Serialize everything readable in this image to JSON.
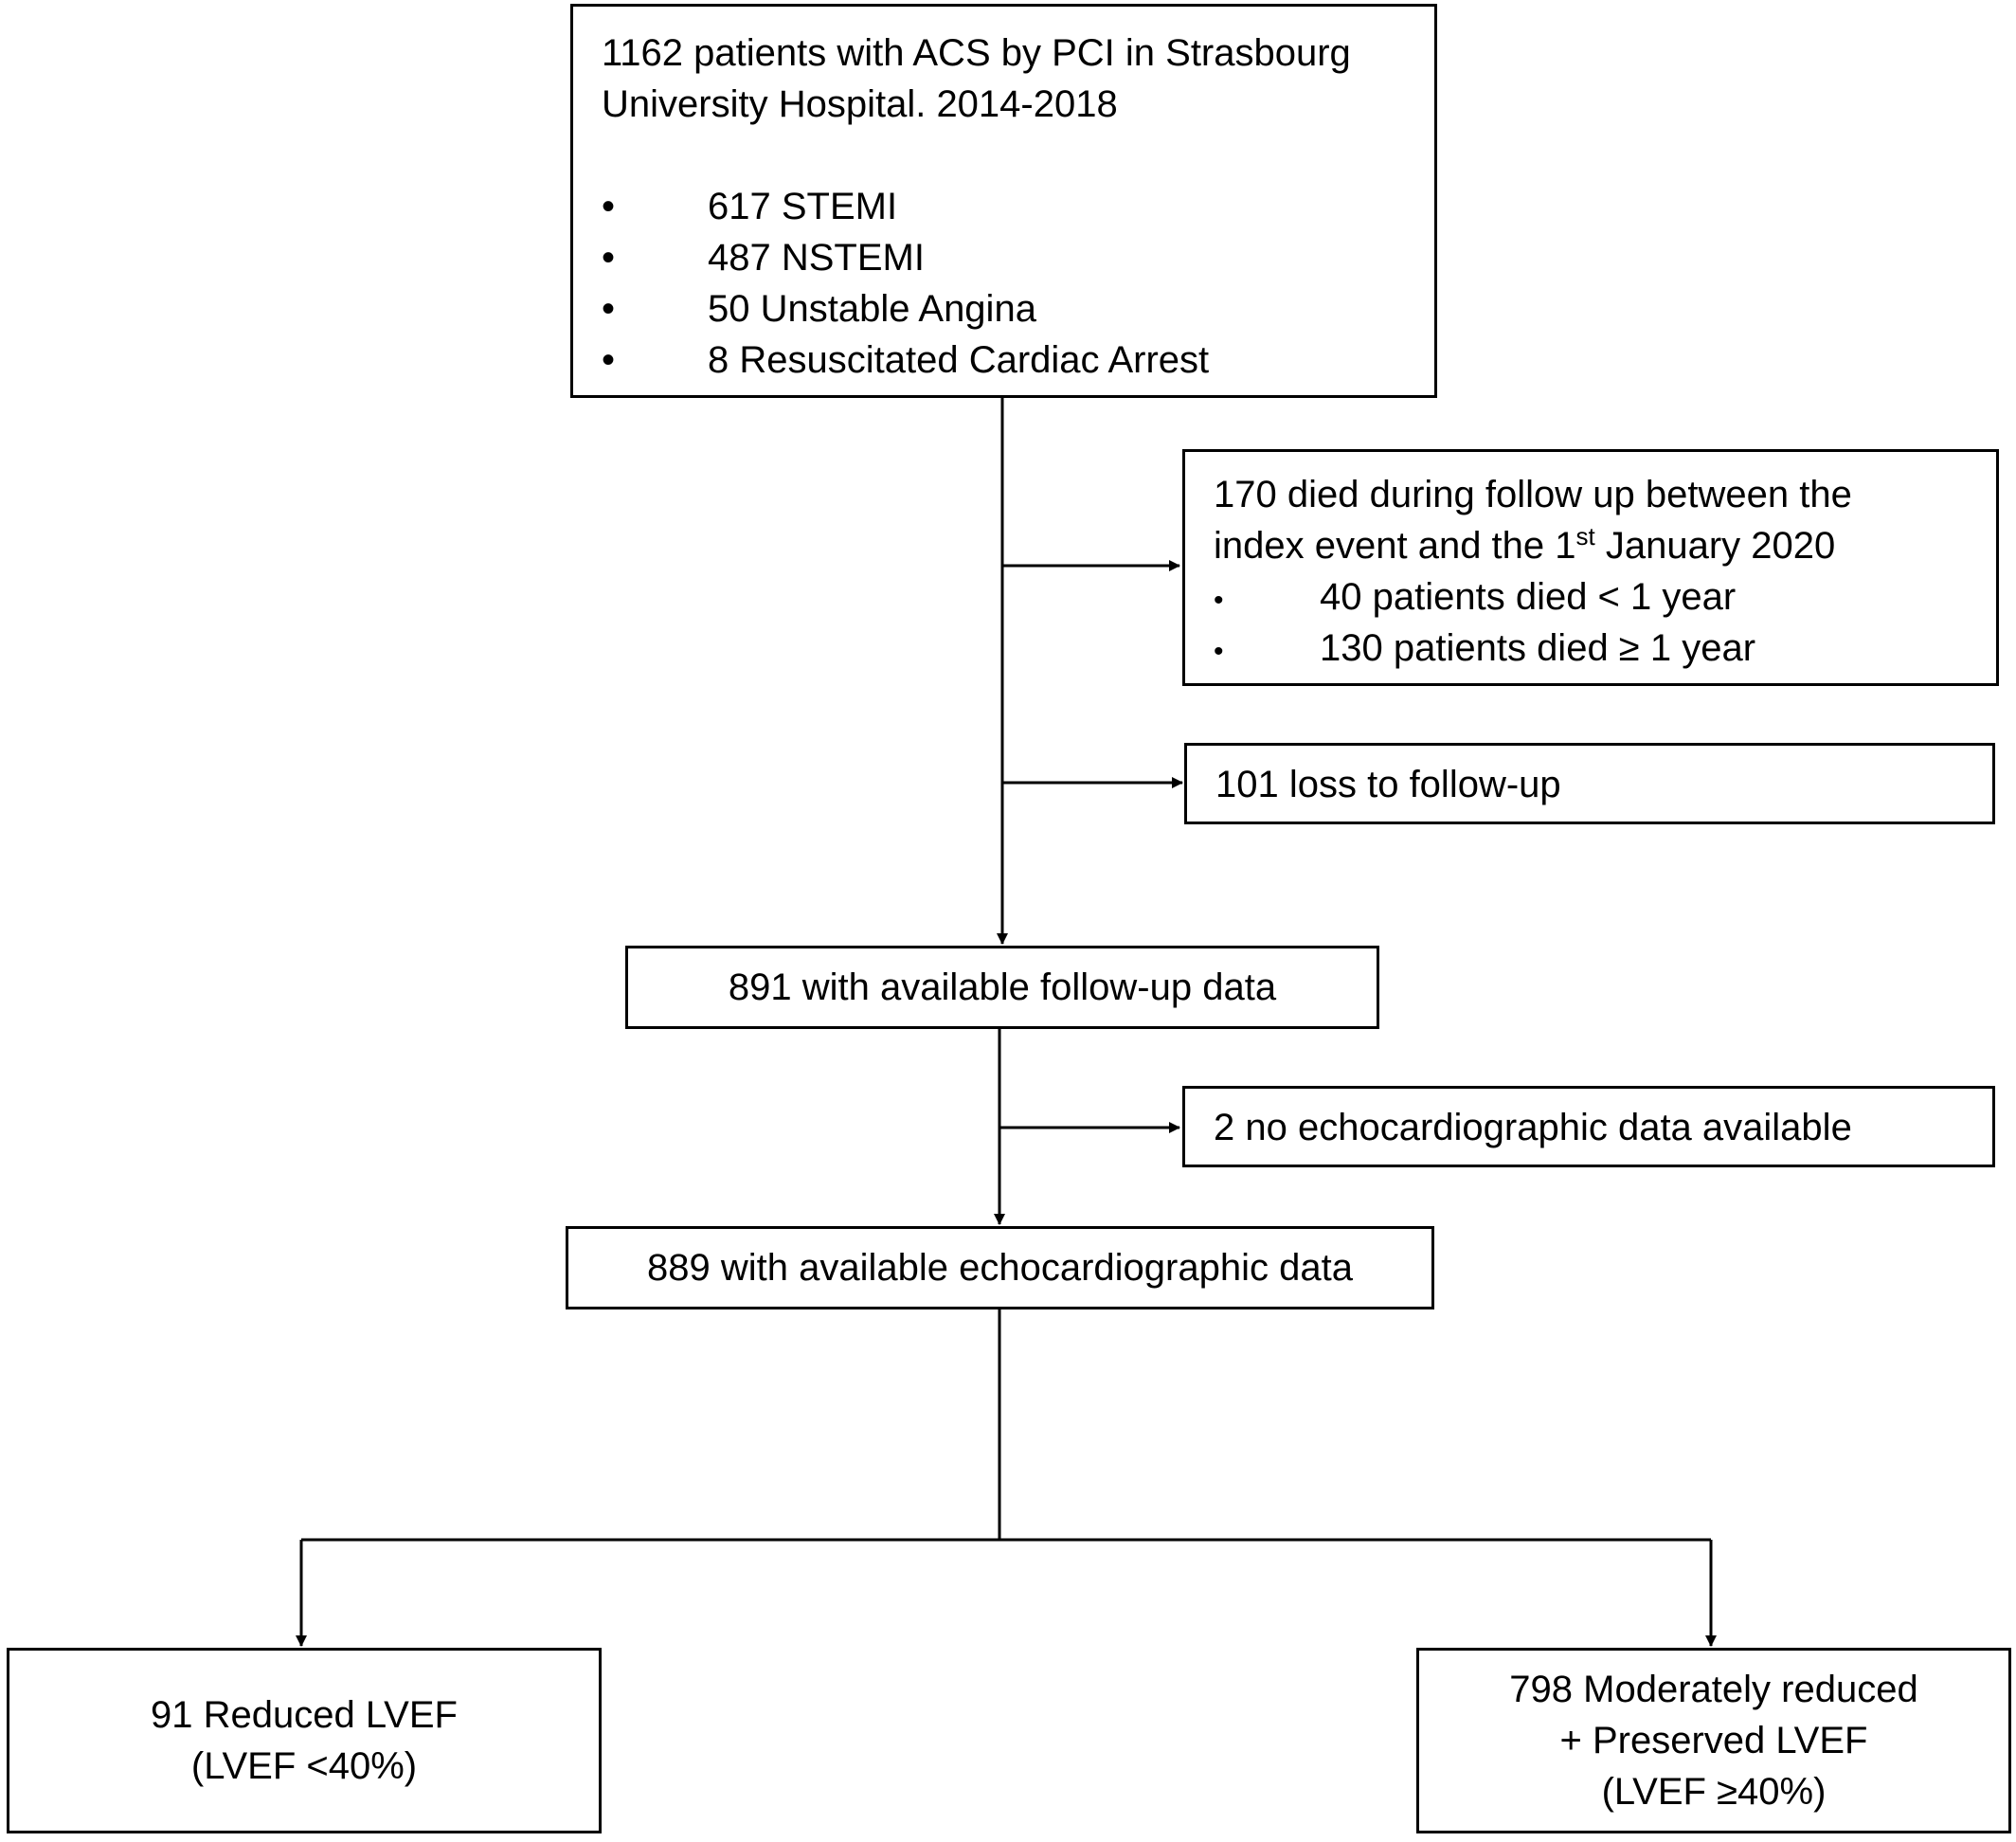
{
  "enrollment": {
    "line1": "1162 patients with ACS by PCI in Strasbourg",
    "line2": "University Hospital. 2014-2018",
    "items": [
      "617 STEMI",
      "487 NSTEMI",
      "50 Unstable Angina",
      "8 Resuscitated Cardiac Arrest"
    ],
    "bullet": "•"
  },
  "died": {
    "line1": "170 died during follow up between the",
    "line2_pre": "index event and the 1",
    "line2_sup": "st",
    "line2_post": " January 2020",
    "items": [
      "40 patients died < 1 year",
      "130 patients died ≥ 1 year"
    ],
    "bullet": "•"
  },
  "lost": {
    "text": "101 loss to follow-up"
  },
  "followup": {
    "text": "891 with available follow-up data"
  },
  "no_echo": {
    "text": "2 no echocardiographic data available"
  },
  "echo": {
    "text": "889 with available echocardiographic data"
  },
  "reduced": {
    "line1": "91 Reduced LVEF",
    "line2": "(LVEF <40%)"
  },
  "preserved": {
    "line1": "798 Moderately reduced",
    "line2": "+ Preserved LVEF",
    "line3": "(LVEF ≥40%)"
  }
}
